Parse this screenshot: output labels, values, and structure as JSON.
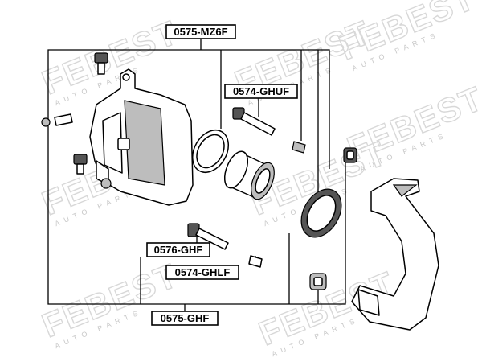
{
  "watermark": {
    "brand": "FEBEST",
    "tagline": "AUTO PARTS"
  },
  "labels": {
    "kit_top": "0575-MZ6F",
    "guide_pin_upper": "0574-GHUF",
    "bolt": "0576-GHF",
    "guide_pin_lower": "0574-GHLF",
    "kit_bottom": "0575-GHF"
  },
  "colors": {
    "line": "#000000",
    "watermark": "#d8d8d8",
    "shade": "#bdbdbd"
  }
}
